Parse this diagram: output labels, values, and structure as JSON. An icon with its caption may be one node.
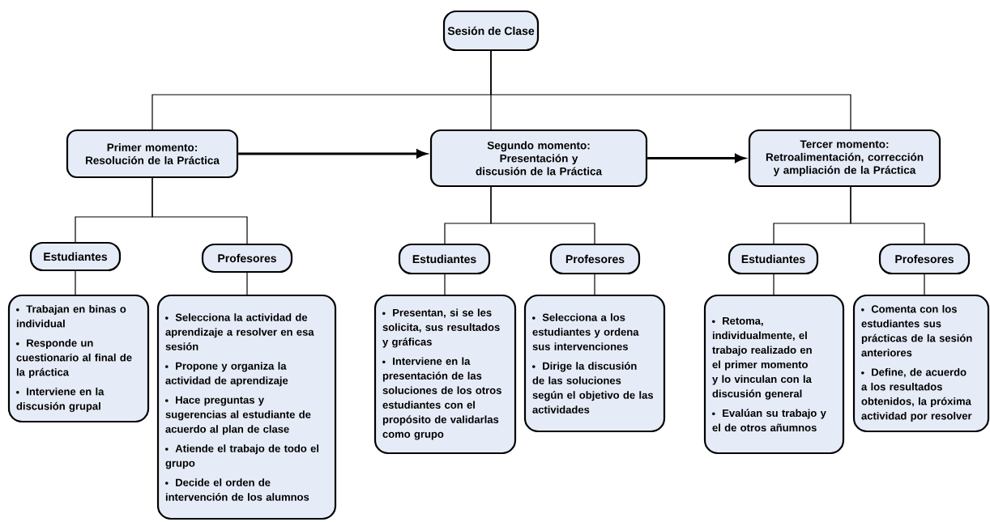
{
  "diagram": {
    "nodes": [
      {
        "text": [
          "Sesión de Clase"
        ]
      },
      {
        "text": [
          "Primer momento:",
          "Resolución de la Práctica"
        ]
      },
      {
        "text": [
          "Segundo momento:",
          "Presentación y discusión de la Práctica"
        ]
      },
      {
        "text": [
          "Tercer momento:",
          "Retroalimentación, corrección y ampliación de la Práctica"
        ]
      },
      {
        "text": [
          "Estudiantes"
        ]
      },
      {
        "text": [
          "Profesores"
        ]
      },
      {
        "text": [
          "Estudiantes"
        ]
      },
      {
        "text": [
          "Profesores"
        ]
      },
      {
        "text": [
          "Estudiantes"
        ]
      },
      {
        "text": [
          "Profesores"
        ]
      },
      {
        "text": [
          "Trabajan en binas o individual",
          "Responde un cuestionario al final de la práctica",
          "Interviene en la discusión grupal"
        ]
      },
      {
        "text": [
          "Selecciona la actividad de aprendizaje a resolver en esa sesión",
          "Propone y organiza la actividad de aprendizaje",
          "Hace preguntas y sugerencias al estudiante de acuerdo al plan de clase",
          "Atiende el trabajo de todo el grupo",
          "Decide el orden de intervención de los alumnos"
        ]
      },
      {
        "text": [
          "Presentan, si se les solicita, sus resultados y gráficas",
          "Interviene en la presentación de las soluciones de los otros estudiantes con el propósito de validarlas como grupo"
        ]
      },
      {
        "text": [
          "Selecciona a los estudiantes y ordena sus intervenciones",
          "Dirige la discusión de las soluciones según el objetivo de las actividades"
        ]
      },
      {
        "text": [
          "Retoma, individualmente, el trabajo realizado en el primer momento y lo vinculan con la discusión general",
          "Evalúan su trabajo y el de otros añumnos"
        ]
      },
      {
        "text": [
          "Comenta con los estudiantes sus prácticas de la sesión anteriores",
          "Define, de acuerdo a los resultados obtenidos, la próxima actividad por resolver"
        ]
      }
    ],
    "edges": [
      {
        "from": 0,
        "to": 1,
        "arrow": "none"
      },
      {
        "from": 0,
        "to": 2,
        "arrow": "none"
      },
      {
        "from": 0,
        "to": 3,
        "arrow": "none"
      },
      {
        "from": 1,
        "to": 2,
        "arrow": "to",
        "style": "thick"
      },
      {
        "from": 2,
        "to": 3,
        "arrow": "to",
        "style": "thick"
      },
      {
        "from": 1,
        "to": 4,
        "arrow": "none"
      },
      {
        "from": 1,
        "to": 5,
        "arrow": "none"
      },
      {
        "from": 2,
        "to": 6,
        "arrow": "none"
      },
      {
        "from": 2,
        "to": 7,
        "arrow": "none"
      },
      {
        "from": 3,
        "to": 8,
        "arrow": "none"
      },
      {
        "from": 3,
        "to": 9,
        "arrow": "none"
      },
      {
        "from": 4,
        "to": 10,
        "arrow": "none"
      },
      {
        "from": 5,
        "to": 11,
        "arrow": "none"
      },
      {
        "from": 6,
        "to": 12,
        "arrow": "none"
      },
      {
        "from": 7,
        "to": 13,
        "arrow": "none"
      },
      {
        "from": 8,
        "to": 14,
        "arrow": "none"
      },
      {
        "from": 9,
        "to": 15,
        "arrow": "none"
      }
    ]
  }
}
